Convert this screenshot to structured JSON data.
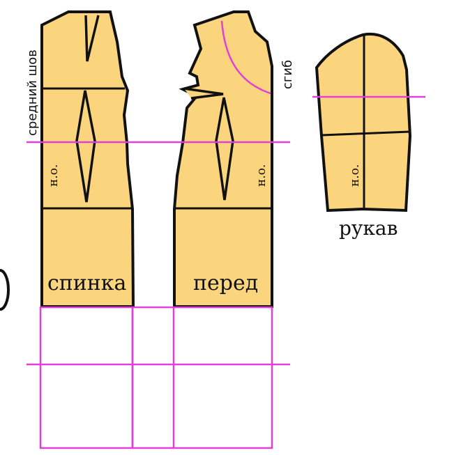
{
  "labels": {
    "center_seam": "средний шов",
    "fold": "сгиб",
    "back_grain": "н.о.",
    "front_grain": "н.о.",
    "sleeve_grain": "н.о.",
    "back": "спинка",
    "front": "перед",
    "sleeve": "рукав"
  },
  "colors": {
    "fabric": "#fbd57e",
    "outline": "#111111",
    "guide": "#e040d4"
  }
}
